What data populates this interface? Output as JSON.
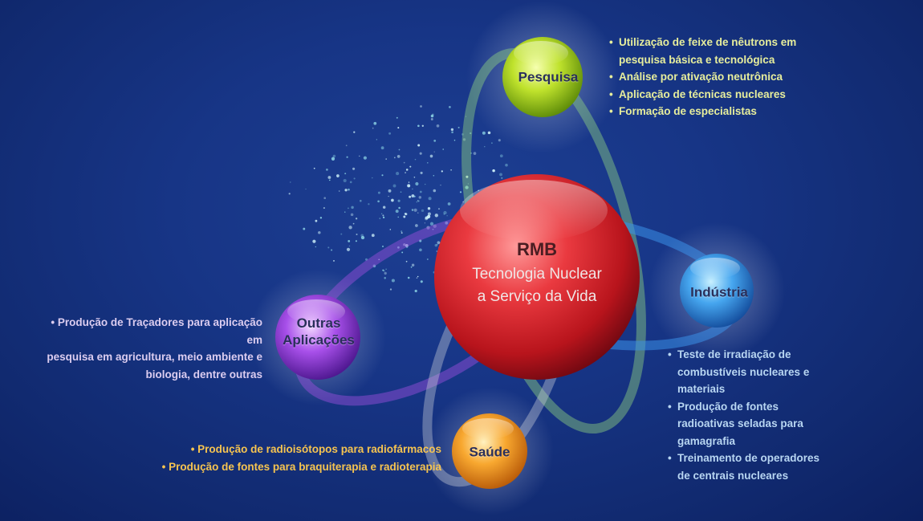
{
  "center": {
    "title": "RMB",
    "line1": "Tecnologia Nuclear",
    "line2": "a Serviço da Vida"
  },
  "colors": {
    "pesquisa": "#b8e020",
    "industria": "#3a8fe0",
    "outras": "#9a3ee0",
    "saude": "#f09a20",
    "center": "#d8242e"
  },
  "nodes": {
    "pesquisa": {
      "label": "Pesquisa",
      "items": [
        "Utilização de feixe de nêutrons em",
        "pesquisa básica e tecnológica",
        "Análise por ativação neutrônica",
        "Aplicação de técnicas nucleares",
        "Formação de especialistas"
      ]
    },
    "industria": {
      "label": "Indústria",
      "items": [
        "Teste de irradiação de combustíveis nucleares e materiais",
        "Produção de fontes radioativas seladas para gamagrafia",
        "Treinamento de operadores de centrais nucleares"
      ]
    },
    "outras": {
      "label_line1": "Outras",
      "label_line2": "Aplicações",
      "items": [
        "Produção de Traçadores para aplicação em",
        "pesquisa em agricultura, meio ambiente e",
        "biologia, dentre outras"
      ]
    },
    "saude": {
      "label": "Saúde",
      "items": [
        "Produção de radioisótopos para radiofármacos",
        "Produção de fontes para braquiterapia e radioterapia"
      ]
    }
  }
}
